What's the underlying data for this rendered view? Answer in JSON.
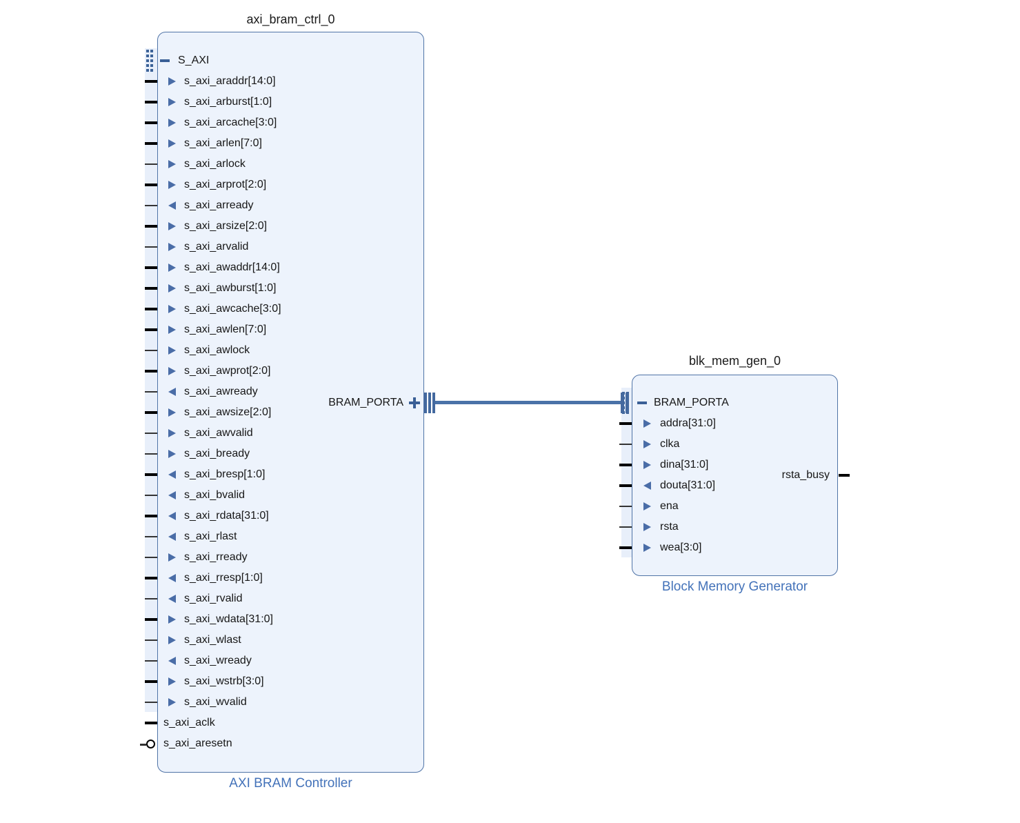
{
  "colors": {
    "block_fill": "#edf3fc",
    "block_border": "#4f73a6",
    "pin_strip": "#e8effa",
    "pin_arrow": "#4a6da7",
    "interface_glyph": "#3a5f96",
    "wire": "#4a72a8",
    "connector_bar": "#44699f",
    "type_label_text": "#4372b9",
    "title_text": "#1a1a1a",
    "grip_dot": "#3d6398"
  },
  "blocks": [
    {
      "instance_name": "axi_bram_ctrl_0",
      "type_label": "AXI BRAM Controller",
      "interfaces_left": [
        {
          "name": "S_AXI",
          "state": "expanded",
          "pins": [
            {
              "name": "s_axi_araddr[14:0]",
              "dir": "in",
              "bus": true
            },
            {
              "name": "s_axi_arburst[1:0]",
              "dir": "in",
              "bus": true
            },
            {
              "name": "s_axi_arcache[3:0]",
              "dir": "in",
              "bus": true
            },
            {
              "name": "s_axi_arlen[7:0]",
              "dir": "in",
              "bus": true
            },
            {
              "name": "s_axi_arlock",
              "dir": "in",
              "bus": false
            },
            {
              "name": "s_axi_arprot[2:0]",
              "dir": "in",
              "bus": true
            },
            {
              "name": "s_axi_arready",
              "dir": "out",
              "bus": false
            },
            {
              "name": "s_axi_arsize[2:0]",
              "dir": "in",
              "bus": true
            },
            {
              "name": "s_axi_arvalid",
              "dir": "in",
              "bus": false
            },
            {
              "name": "s_axi_awaddr[14:0]",
              "dir": "in",
              "bus": true
            },
            {
              "name": "s_axi_awburst[1:0]",
              "dir": "in",
              "bus": true
            },
            {
              "name": "s_axi_awcache[3:0]",
              "dir": "in",
              "bus": true
            },
            {
              "name": "s_axi_awlen[7:0]",
              "dir": "in",
              "bus": true
            },
            {
              "name": "s_axi_awlock",
              "dir": "in",
              "bus": false
            },
            {
              "name": "s_axi_awprot[2:0]",
              "dir": "in",
              "bus": true
            },
            {
              "name": "s_axi_awready",
              "dir": "out",
              "bus": false
            },
            {
              "name": "s_axi_awsize[2:0]",
              "dir": "in",
              "bus": true
            },
            {
              "name": "s_axi_awvalid",
              "dir": "in",
              "bus": false
            },
            {
              "name": "s_axi_bready",
              "dir": "in",
              "bus": false
            },
            {
              "name": "s_axi_bresp[1:0]",
              "dir": "out",
              "bus": true
            },
            {
              "name": "s_axi_bvalid",
              "dir": "out",
              "bus": false
            },
            {
              "name": "s_axi_rdata[31:0]",
              "dir": "out",
              "bus": true
            },
            {
              "name": "s_axi_rlast",
              "dir": "out",
              "bus": false
            },
            {
              "name": "s_axi_rready",
              "dir": "in",
              "bus": false
            },
            {
              "name": "s_axi_rresp[1:0]",
              "dir": "out",
              "bus": true
            },
            {
              "name": "s_axi_rvalid",
              "dir": "out",
              "bus": false
            },
            {
              "name": "s_axi_wdata[31:0]",
              "dir": "in",
              "bus": true
            },
            {
              "name": "s_axi_wlast",
              "dir": "in",
              "bus": false
            },
            {
              "name": "s_axi_wready",
              "dir": "out",
              "bus": false
            },
            {
              "name": "s_axi_wstrb[3:0]",
              "dir": "in",
              "bus": true
            },
            {
              "name": "s_axi_wvalid",
              "dir": "in",
              "bus": false
            }
          ]
        }
      ],
      "block_pins": [
        {
          "name": "s_axi_aclk",
          "dir": "in",
          "style": "clock"
        },
        {
          "name": "s_axi_aresetn",
          "dir": "in",
          "style": "active-low-reset"
        }
      ],
      "interfaces_right": [
        {
          "name": "BRAM_PORTA",
          "state": "collapsed"
        }
      ]
    },
    {
      "instance_name": "blk_mem_gen_0",
      "type_label": "Block Memory Generator",
      "interfaces_left": [
        {
          "name": "BRAM_PORTA",
          "state": "expanded",
          "pins": [
            {
              "name": "addra[31:0]",
              "dir": "in",
              "bus": true
            },
            {
              "name": "clka",
              "dir": "in",
              "bus": false
            },
            {
              "name": "dina[31:0]",
              "dir": "in",
              "bus": true
            },
            {
              "name": "douta[31:0]",
              "dir": "out",
              "bus": true
            },
            {
              "name": "ena",
              "dir": "in",
              "bus": false
            },
            {
              "name": "rsta",
              "dir": "in",
              "bus": false
            },
            {
              "name": "wea[3:0]",
              "dir": "in",
              "bus": true
            }
          ]
        }
      ],
      "pins_right": [
        {
          "name": "rsta_busy",
          "dir": "out",
          "bus": false
        }
      ]
    }
  ],
  "connections": [
    {
      "from": "axi_bram_ctrl_0/BRAM_PORTA",
      "to": "blk_mem_gen_0/BRAM_PORTA",
      "kind": "interface-bus"
    }
  ]
}
